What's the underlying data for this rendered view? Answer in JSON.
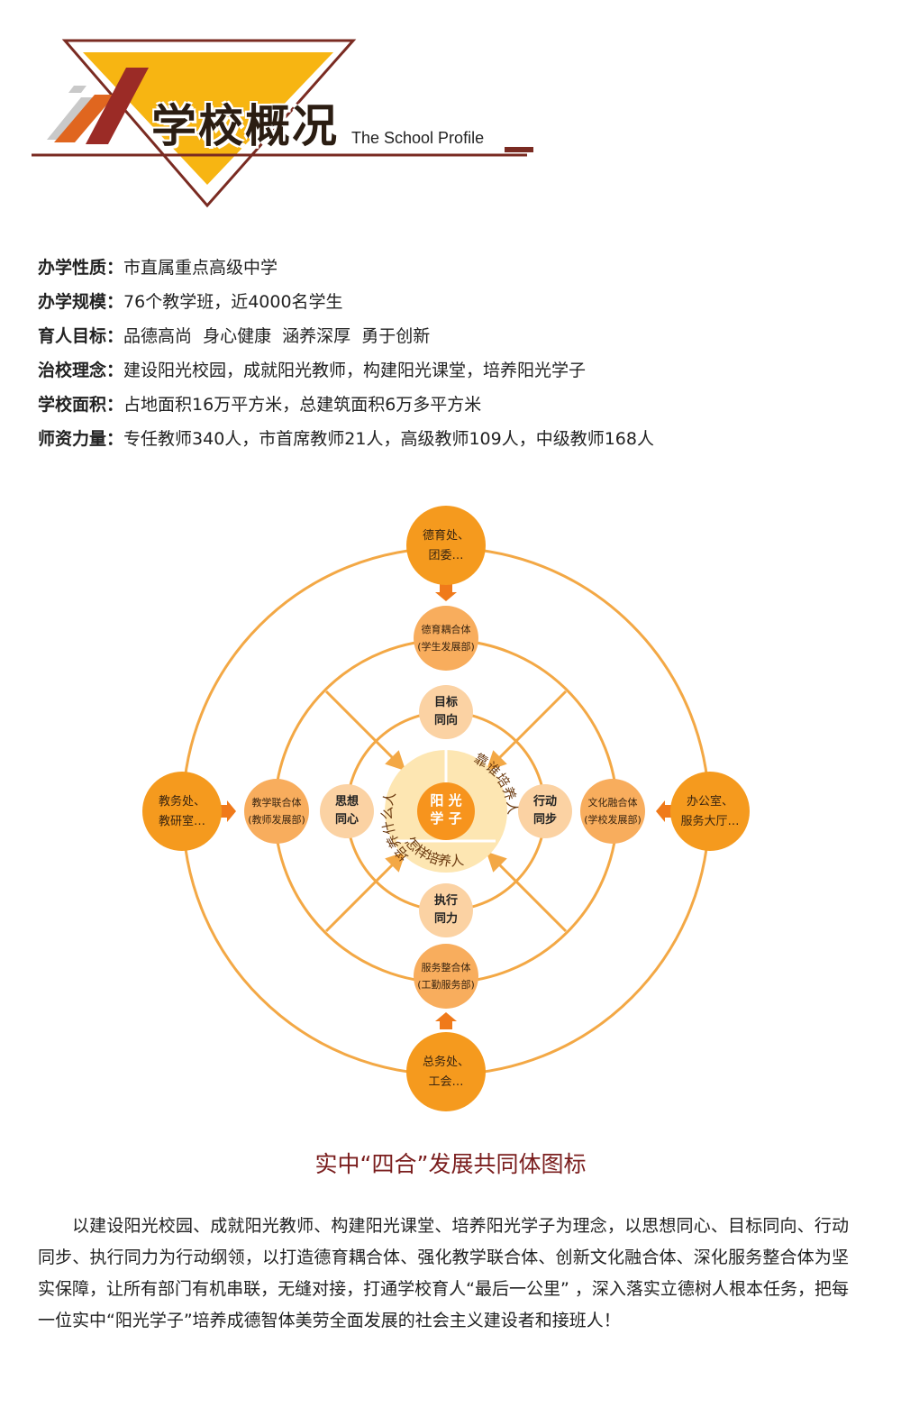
{
  "header": {
    "title": "学校概况",
    "subtitle": "The School Profile"
  },
  "profile": [
    {
      "label": "办学性质：",
      "value": "市直属重点高级中学"
    },
    {
      "label": "办学规模：",
      "value": "76个教学班，近4000名学生"
    },
    {
      "label": "育人目标：",
      "value": "品德高尚  身心健康  涵养深厚  勇于创新"
    },
    {
      "label": "治校理念：",
      "value": "建设阳光校园，成就阳光教师，构建阳光课堂，培养阳光学子"
    },
    {
      "label": "学校面积：",
      "value": "占地面积16万平方米，总建筑面积6万多平方米"
    },
    {
      "label": "师资力量：",
      "value": "专任教师340人，市首席教师21人，高级教师109人，中级教师168人"
    }
  ],
  "diagram": {
    "center": {
      "line1": "阳 光",
      "line2": "学 子"
    },
    "ring_texts": {
      "left": "培养什么人",
      "right": "靠谁培养人",
      "bottom": "怎样培养人"
    },
    "inner": {
      "top": {
        "line1": "目标",
        "line2": "同向"
      },
      "bottom": {
        "line1": "执行",
        "line2": "同力"
      },
      "left": {
        "line1": "思想",
        "line2": "同心"
      },
      "right": {
        "line1": "行动",
        "line2": "同步"
      }
    },
    "middle": {
      "top": {
        "line1": "德育耦合体",
        "line2": "(学生发展部)"
      },
      "bottom": {
        "line1": "服务整合体",
        "line2": "(工勤服务部)"
      },
      "left": {
        "line1": "教学联合体",
        "line2": "(教师发展部)"
      },
      "right": {
        "line1": "文化融合体",
        "line2": "(学校发展部)"
      }
    },
    "outer": {
      "top": {
        "line1": "德育处、",
        "line2": "团委…"
      },
      "bottom": {
        "line1": "总务处、",
        "line2": "工会…"
      },
      "left": {
        "line1": "教务处、",
        "line2": "教研室…"
      },
      "right": {
        "line1": "办公室、",
        "line2": "服务大厅…"
      }
    },
    "colors": {
      "line": "#f3a845",
      "outer_node": "#f59a1e",
      "middle_node": "#f8ad5d",
      "inner_node": "#fbd2a3",
      "center": "#f7941d",
      "ring": "#fde6b2",
      "arrow": "#f07a1a"
    }
  },
  "caption": "实中“四合”发展共同体图标",
  "paragraph": "以建设阳光校园、成就阳光教师、构建阳光课堂、培养阳光学子为理念，以思想同心、目标同向、行动同步、执行同力为行动纲领，以打造德育耦合体、强化教学联合体、创新文化融合体、深化服务整合体为坚实保障，让所有部门有机串联，无缝对接，打通学校育人“最后一公里” ，深入落实立德树人根本任务，把每一位实中“阳光学子”培养成德智体美劳全面发展的社会主义建设者和接班人！"
}
